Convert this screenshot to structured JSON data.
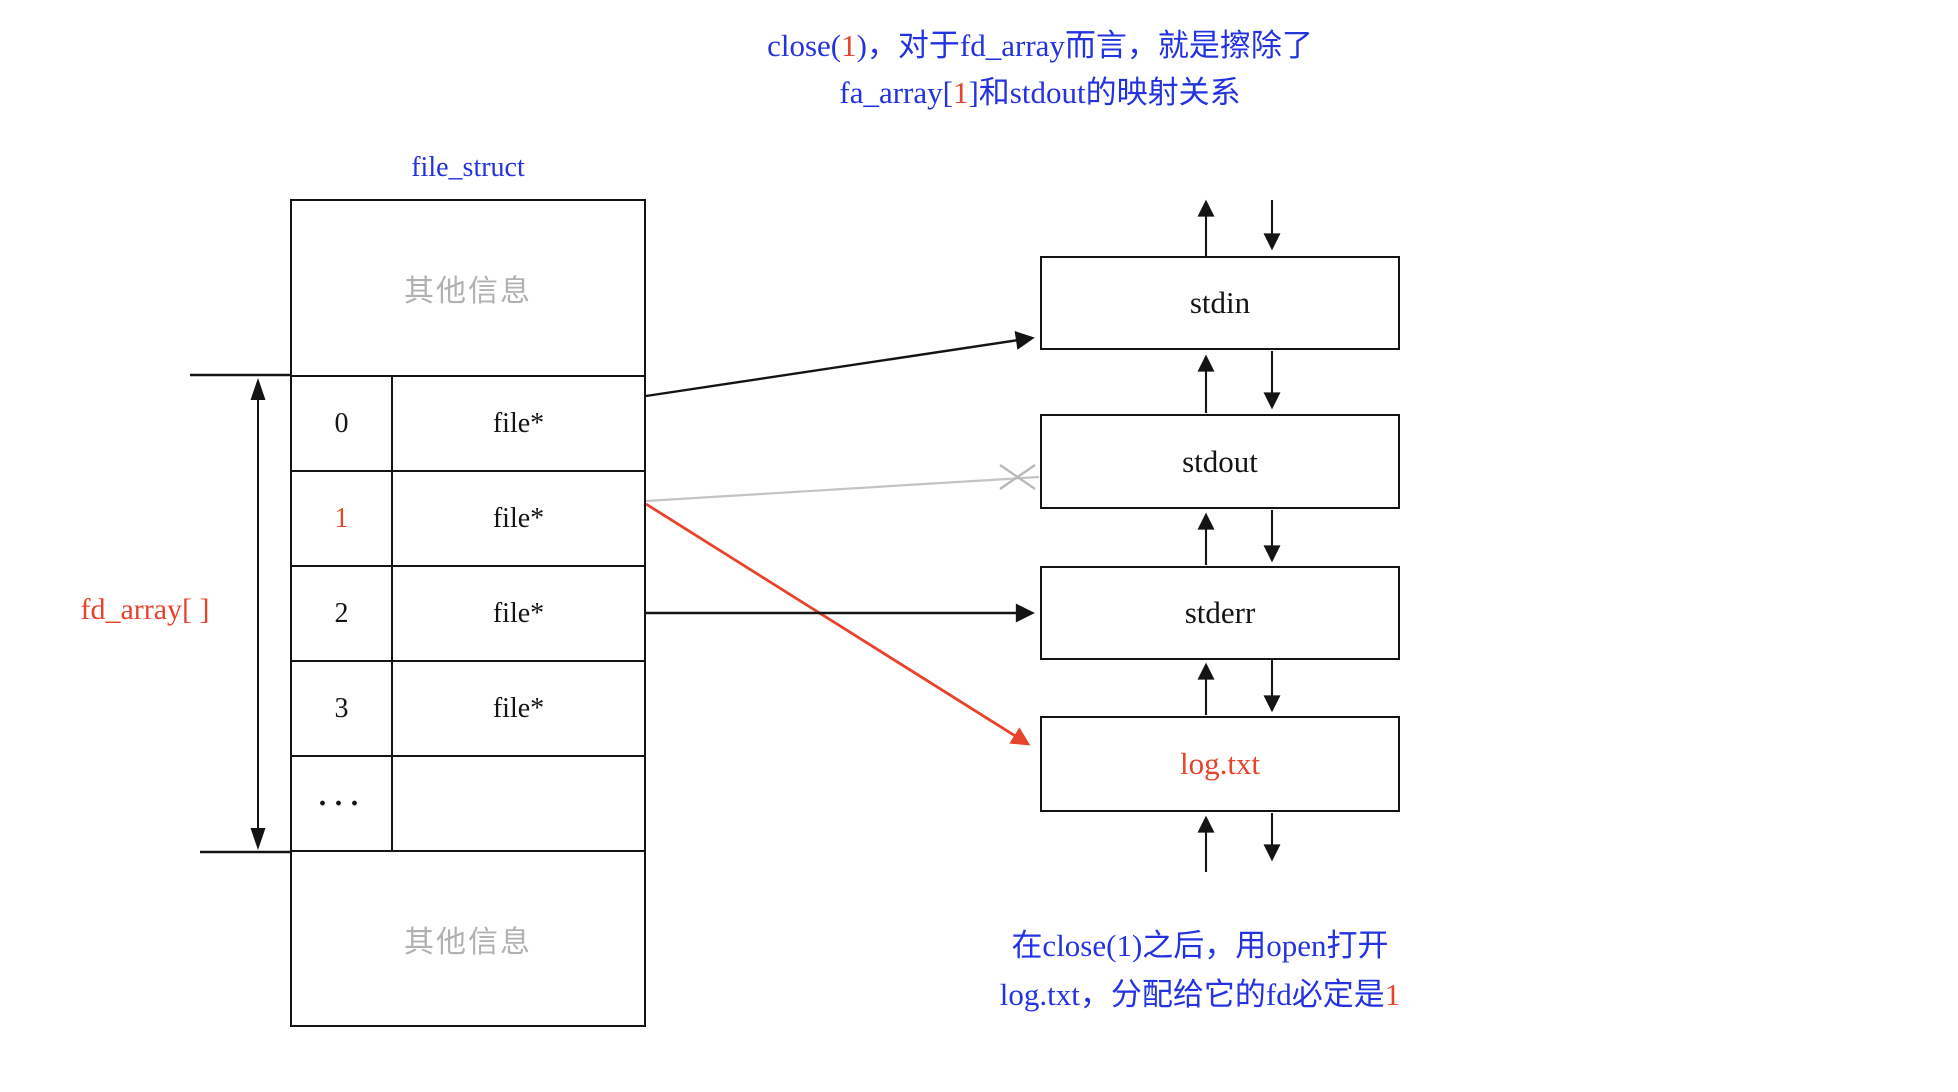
{
  "colors": {
    "ink": "#141414",
    "text_blue": "#2333e0",
    "accent_red": "#e8432c",
    "text_gray": "#b3b0b0",
    "line_gray": "#c4c4c4",
    "background": "#ffffff"
  },
  "top_note": {
    "line1": [
      {
        "t": "close(",
        "c": "text_blue"
      },
      {
        "t": "1",
        "c": "accent_red"
      },
      {
        "t": ")，对于fd_array而言，就是擦除了",
        "c": "text_blue"
      }
    ],
    "line2": [
      {
        "t": "fa_array[",
        "c": "text_blue"
      },
      {
        "t": "1",
        "c": "accent_red"
      },
      {
        "t": "]和stdout的映射关系",
        "c": "text_blue"
      }
    ]
  },
  "bottom_note": {
    "line1": [
      {
        "t": "在close(1)之后，用open打开",
        "c": "text_blue"
      }
    ],
    "line2": [
      {
        "t": "log.txt，分配给它的fd必定是",
        "c": "text_blue"
      },
      {
        "t": "1",
        "c": "accent_red"
      }
    ]
  },
  "file_struct": {
    "title": "file_struct",
    "other_info_top": "其他信息",
    "other_info_bottom": "其他信息",
    "array_label": "fd_array[ ]",
    "rows": [
      {
        "index": "0",
        "value": "file*"
      },
      {
        "index": "1",
        "value": "file*",
        "index_color": "accent_red"
      },
      {
        "index": "2",
        "value": "file*"
      },
      {
        "index": "3",
        "value": "file*"
      },
      {
        "index": "···",
        "value": ""
      }
    ]
  },
  "targets": [
    {
      "label": "stdin"
    },
    {
      "label": "stdout"
    },
    {
      "label": "stderr"
    },
    {
      "label": "log.txt",
      "label_color": "accent_red"
    }
  ]
}
